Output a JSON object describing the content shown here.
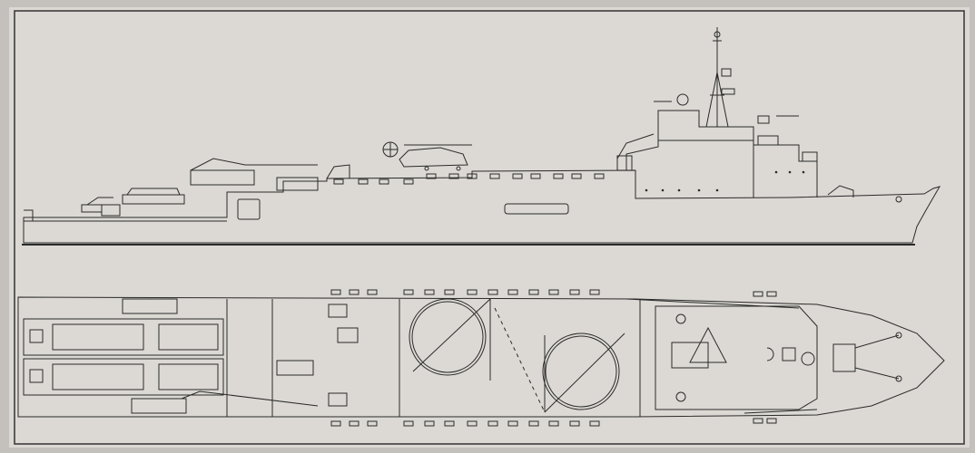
{
  "drawing": {
    "views": [
      {
        "id": "profile",
        "kind": "side elevation"
      },
      {
        "id": "plan",
        "kind": "deck plan"
      }
    ],
    "colors": {
      "paper": "#d9d6d1",
      "paper_edge": "#b8b4ae",
      "ink": "#2a2a2a",
      "frame": "#3a3a3a"
    }
  }
}
